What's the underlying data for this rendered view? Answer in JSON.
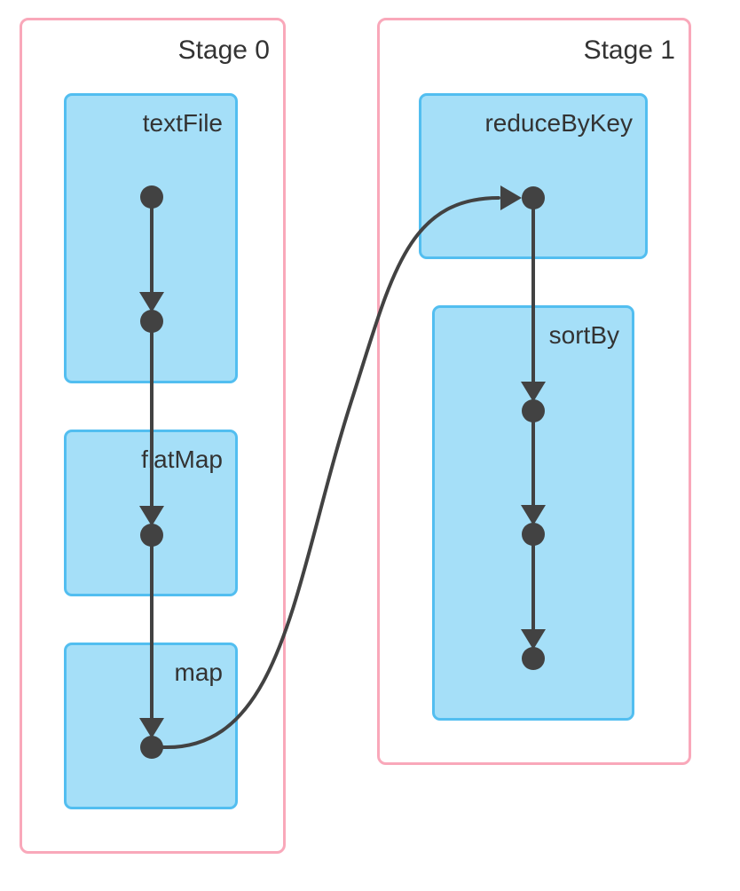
{
  "colors": {
    "stage_border": "#f9a8ba",
    "node_fill": "#a5dff8",
    "node_border": "#52bef0",
    "edge": "#424242",
    "label_text": "#333333",
    "background": "#ffffff"
  },
  "stages": [
    {
      "label": "Stage 0",
      "nodes": [
        {
          "label": "textFile",
          "dot_count": 2
        },
        {
          "label": "flatMap",
          "dot_count": 1
        },
        {
          "label": "map",
          "dot_count": 1
        }
      ]
    },
    {
      "label": "Stage 1",
      "nodes": [
        {
          "label": "reduceByKey",
          "dot_count": 1
        },
        {
          "label": "sortBy",
          "dot_count": 3
        }
      ]
    }
  ],
  "dag": {
    "dots": [
      {
        "id": 0,
        "operation": "textFile",
        "stage": "Stage 0"
      },
      {
        "id": 1,
        "operation": "textFile",
        "stage": "Stage 0"
      },
      {
        "id": 2,
        "operation": "flatMap",
        "stage": "Stage 0"
      },
      {
        "id": 3,
        "operation": "map",
        "stage": "Stage 0"
      },
      {
        "id": 4,
        "operation": "reduceByKey",
        "stage": "Stage 1"
      },
      {
        "id": 5,
        "operation": "sortBy",
        "stage": "Stage 1"
      },
      {
        "id": 6,
        "operation": "sortBy",
        "stage": "Stage 1"
      },
      {
        "id": 7,
        "operation": "sortBy",
        "stage": "Stage 1"
      }
    ],
    "edges": [
      {
        "from": 0,
        "to": 1
      },
      {
        "from": 1,
        "to": 2
      },
      {
        "from": 2,
        "to": 3
      },
      {
        "from": 3,
        "to": 4,
        "type": "shuffle"
      },
      {
        "from": 4,
        "to": 5
      },
      {
        "from": 5,
        "to": 6
      },
      {
        "from": 6,
        "to": 7
      }
    ]
  }
}
